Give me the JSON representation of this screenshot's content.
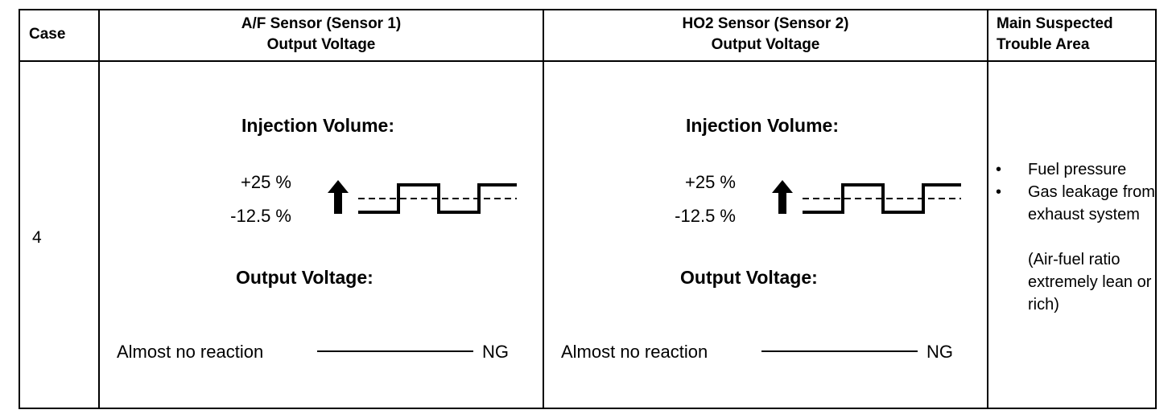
{
  "headers": {
    "case": "Case",
    "af_sensor": [
      "A/F Sensor (Sensor 1)",
      "Output Voltage"
    ],
    "ho2_sensor": [
      "HO2 Sensor (Sensor 2)",
      "Output Voltage"
    ],
    "trouble_area": [
      "Main Suspected",
      "Trouble Area"
    ]
  },
  "row": {
    "case": "4",
    "af": {
      "injection_title": "Injection Volume:",
      "plus": "+25 %",
      "minus": "-12.5 %",
      "output_title": "Output Voltage:",
      "reaction": "Almost no reaction",
      "result": "NG"
    },
    "ho2": {
      "injection_title": "Injection Volume:",
      "plus": "+25 %",
      "minus": "-12.5 %",
      "output_title": "Output Voltage:",
      "reaction": "Almost no reaction",
      "result": "NG"
    },
    "trouble": {
      "bullet_glyph": "•",
      "items": [
        "Fuel pressure",
        "Gas leakage from exhaust system"
      ],
      "note": "(Air-fuel ratio extremely lean or rich)"
    }
  },
  "icons": {
    "arrow": "up-arrow-icon",
    "waveform": "injection-square-wave-icon"
  }
}
